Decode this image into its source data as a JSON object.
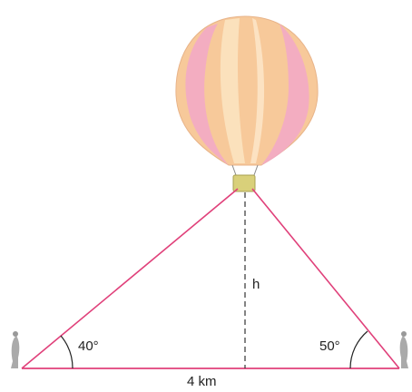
{
  "labels": {
    "height": "h",
    "left_angle": "40°",
    "right_angle": "50°",
    "base_distance": "4 km"
  },
  "colors": {
    "sight_line": "#e0407a",
    "height_line": "#333333",
    "balloon_peach": "#f7c99a",
    "balloon_pink": "#f2a8c8",
    "balloon_light": "#fbe3c0",
    "basket": "#d9d07a"
  },
  "icons": {
    "balloon": "hot-air-balloon-icon",
    "left_observer": "person-icon",
    "right_observer": "person-icon"
  }
}
